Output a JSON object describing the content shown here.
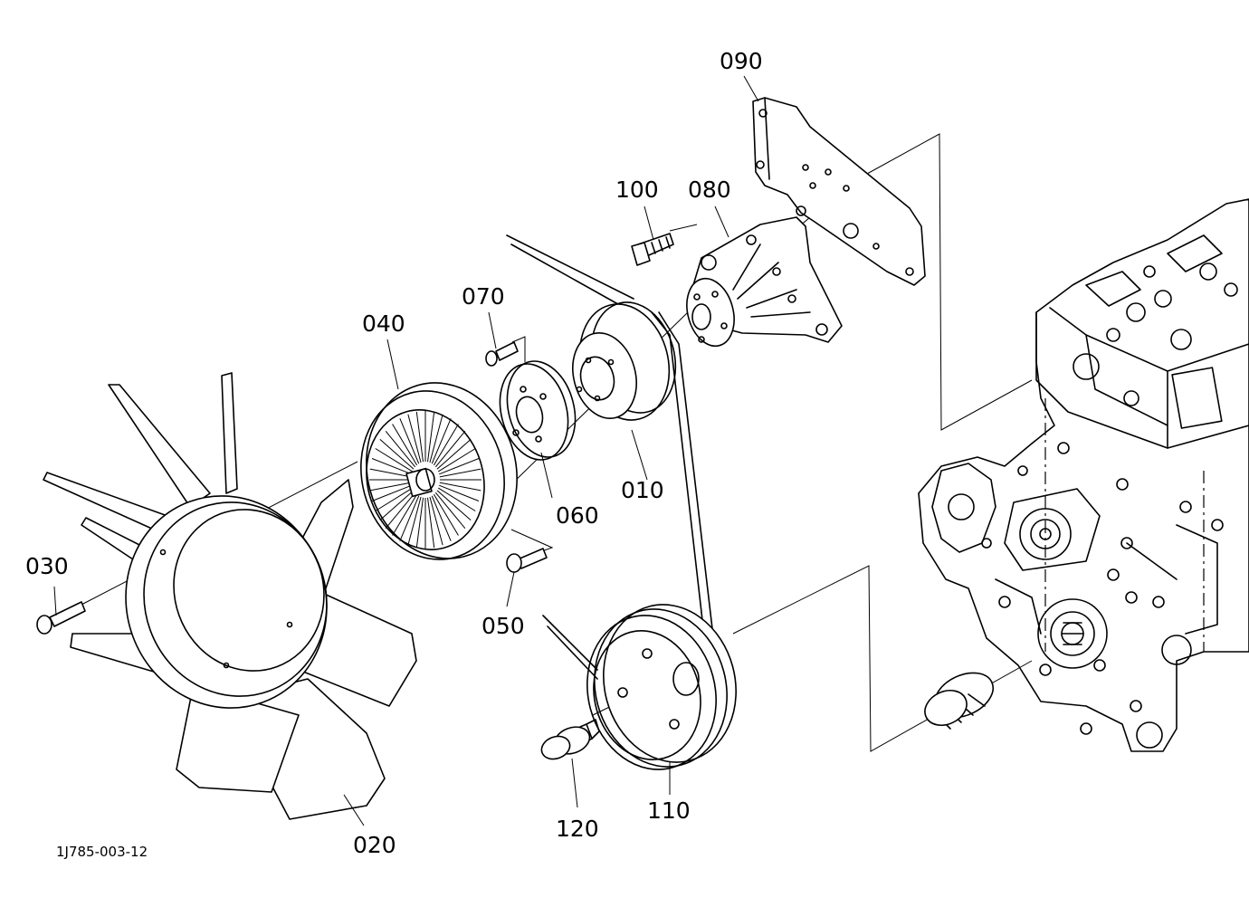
{
  "diagram": {
    "reference_code": "1J785-003-12",
    "parts": [
      {
        "id": "p010",
        "number": "010"
      },
      {
        "id": "p020",
        "number": "020"
      },
      {
        "id": "p030",
        "number": "030"
      },
      {
        "id": "p040",
        "number": "040"
      },
      {
        "id": "p050",
        "number": "050"
      },
      {
        "id": "p060",
        "number": "060"
      },
      {
        "id": "p070",
        "number": "070"
      },
      {
        "id": "p080",
        "number": "080"
      },
      {
        "id": "p090",
        "number": "090"
      },
      {
        "id": "p100",
        "number": "100"
      },
      {
        "id": "p110",
        "number": "110"
      },
      {
        "id": "p120",
        "number": "120"
      }
    ]
  }
}
